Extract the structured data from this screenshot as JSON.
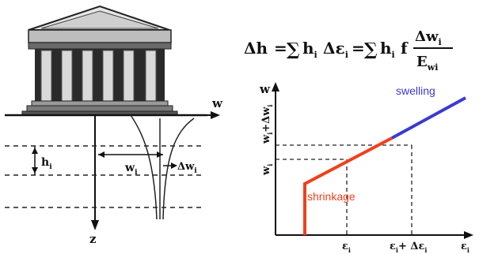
{
  "formula": {
    "lhs": "Δh",
    "eq1": "=",
    "sum1": "∑",
    "h1": "h",
    "h1_sub": "i",
    "delta_eps": "Δε",
    "eps_sub": "i",
    "eq2": "=",
    "sum2": "∑",
    "h2": "h",
    "h2_sub": "i",
    "f": "f",
    "num": "Δw",
    "num_sub": "i",
    "den": "E",
    "den_sub": "wi"
  },
  "left_figure": {
    "w_axis_label": "w",
    "z_axis_label": "z",
    "layer_label": "h",
    "layer_label_sub": "i",
    "w_label": "w",
    "w_label_sub": "i",
    "dw_label": "Δw",
    "dw_label_sub": "i"
  },
  "right_figure": {
    "y_axis_label": "w",
    "y_tick_low": "w",
    "y_tick_low_sub": "i",
    "y_tick_high": "w",
    "y_tick_high_sub": "i",
    "y_tick_high_plus": "+Δw",
    "y_tick_high_plus_sub": "i",
    "x_tick_low": "ε",
    "x_tick_low_sub": "i",
    "x_tick_high": "ε",
    "x_tick_high_sub": "i",
    "x_tick_high_plus": "+ Δε",
    "x_tick_high_plus_sub": "i",
    "x_axis_label": "ε",
    "x_axis_label_sub": "i",
    "swelling_label": "swelling",
    "shrinkage_label": "shrinkage",
    "colors": {
      "swelling": "#3b3bd0",
      "shrinkage": "#f0401c",
      "ink": "#111111"
    }
  }
}
